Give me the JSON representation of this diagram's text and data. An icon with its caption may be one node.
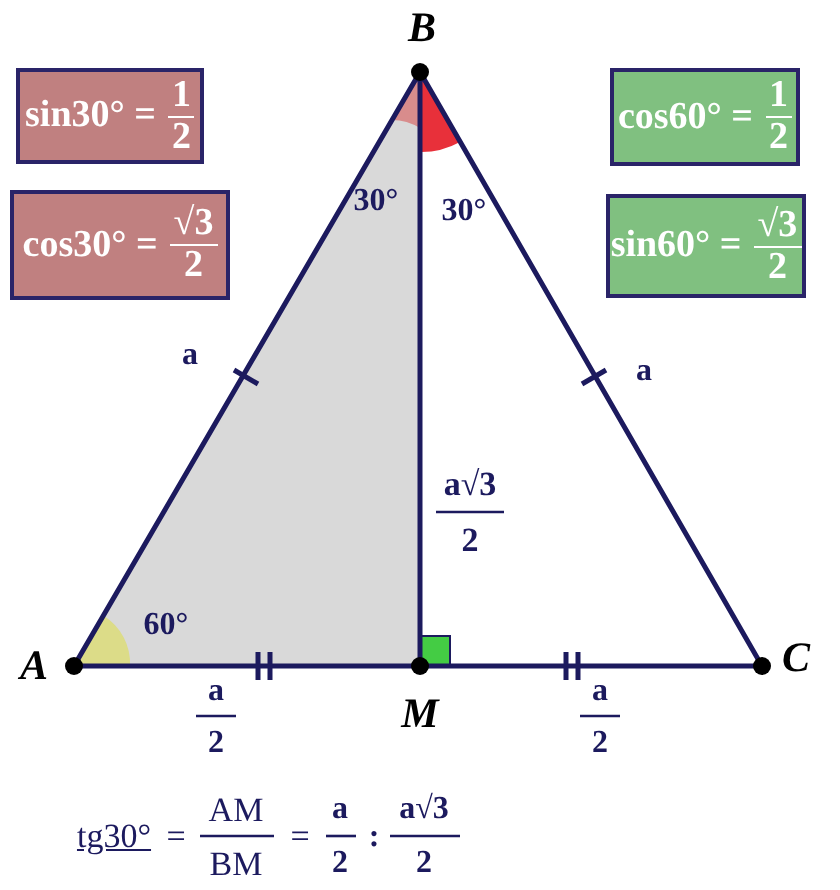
{
  "diagram": {
    "nodes": [
      {
        "text": [
          "sin30° =",
          "1",
          "2"
        ]
      },
      {
        "text": [
          "cos30° =",
          "√3",
          "2"
        ]
      },
      {
        "text": [
          "cos60° =",
          "1",
          "2"
        ]
      },
      {
        "text": [
          "sin60° =",
          "√3",
          "2"
        ]
      }
    ],
    "edges": [],
    "labels": [
      "B",
      "30°",
      "30°",
      "a",
      "a",
      "a√3",
      "2",
      "60°",
      "A",
      "M",
      "C",
      "a",
      "2",
      "a",
      "2",
      "tg30°",
      "=",
      "AM",
      "BM",
      "=",
      "a",
      "2",
      ":",
      "a√3",
      "2"
    ]
  }
}
